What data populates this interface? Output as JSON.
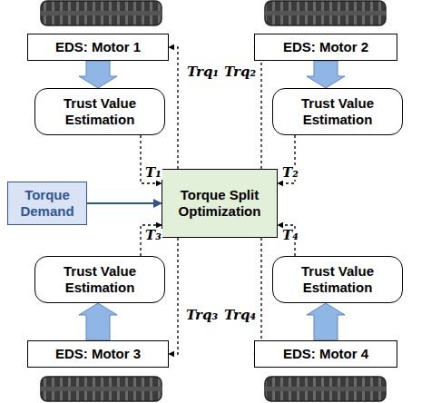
{
  "diagram": {
    "nodes": [
      {
        "text": [
          "EDS: Motor 1"
        ]
      },
      {
        "text": [
          "EDS: Motor 2"
        ]
      },
      {
        "text": [
          "Trust Value Estimation"
        ]
      },
      {
        "text": [
          "Trust Value Estimation"
        ]
      },
      {
        "text": [
          "Torque Demand"
        ]
      },
      {
        "text": [
          "Torque Split Optimization"
        ]
      },
      {
        "text": [
          "Trust Value Estimation"
        ]
      },
      {
        "text": [
          "Trust Value Estimation"
        ]
      },
      {
        "text": [
          "EDS: Motor 3"
        ]
      },
      {
        "text": [
          "EDS: Motor 4"
        ]
      }
    ],
    "edges": [
      {
        "from": 0,
        "to": 2,
        "arrow": "to"
      },
      {
        "from": 1,
        "to": 3,
        "arrow": "to"
      },
      {
        "from": 8,
        "to": 6,
        "arrow": "to"
      },
      {
        "from": 9,
        "to": 7,
        "arrow": "to"
      },
      {
        "from": 2,
        "to": 5,
        "label": "T₁",
        "arrow": "to"
      },
      {
        "from": 3,
        "to": 5,
        "label": "T₂",
        "arrow": "to"
      },
      {
        "from": 6,
        "to": 5,
        "label": "T₃",
        "arrow": "to"
      },
      {
        "from": 7,
        "to": 5,
        "label": "T₄",
        "arrow": "to"
      },
      {
        "from": 5,
        "to": 0,
        "label": "Trq₁",
        "arrow": "to"
      },
      {
        "from": 5,
        "to": 1,
        "label": "Trq₂",
        "arrow": "to"
      },
      {
        "from": 5,
        "to": 8,
        "label": "Trq₃",
        "arrow": "to"
      },
      {
        "from": 5,
        "to": 9,
        "label": "Trq₄",
        "arrow": "to"
      },
      {
        "from": 4,
        "to": 5,
        "arrow": "to"
      }
    ]
  }
}
